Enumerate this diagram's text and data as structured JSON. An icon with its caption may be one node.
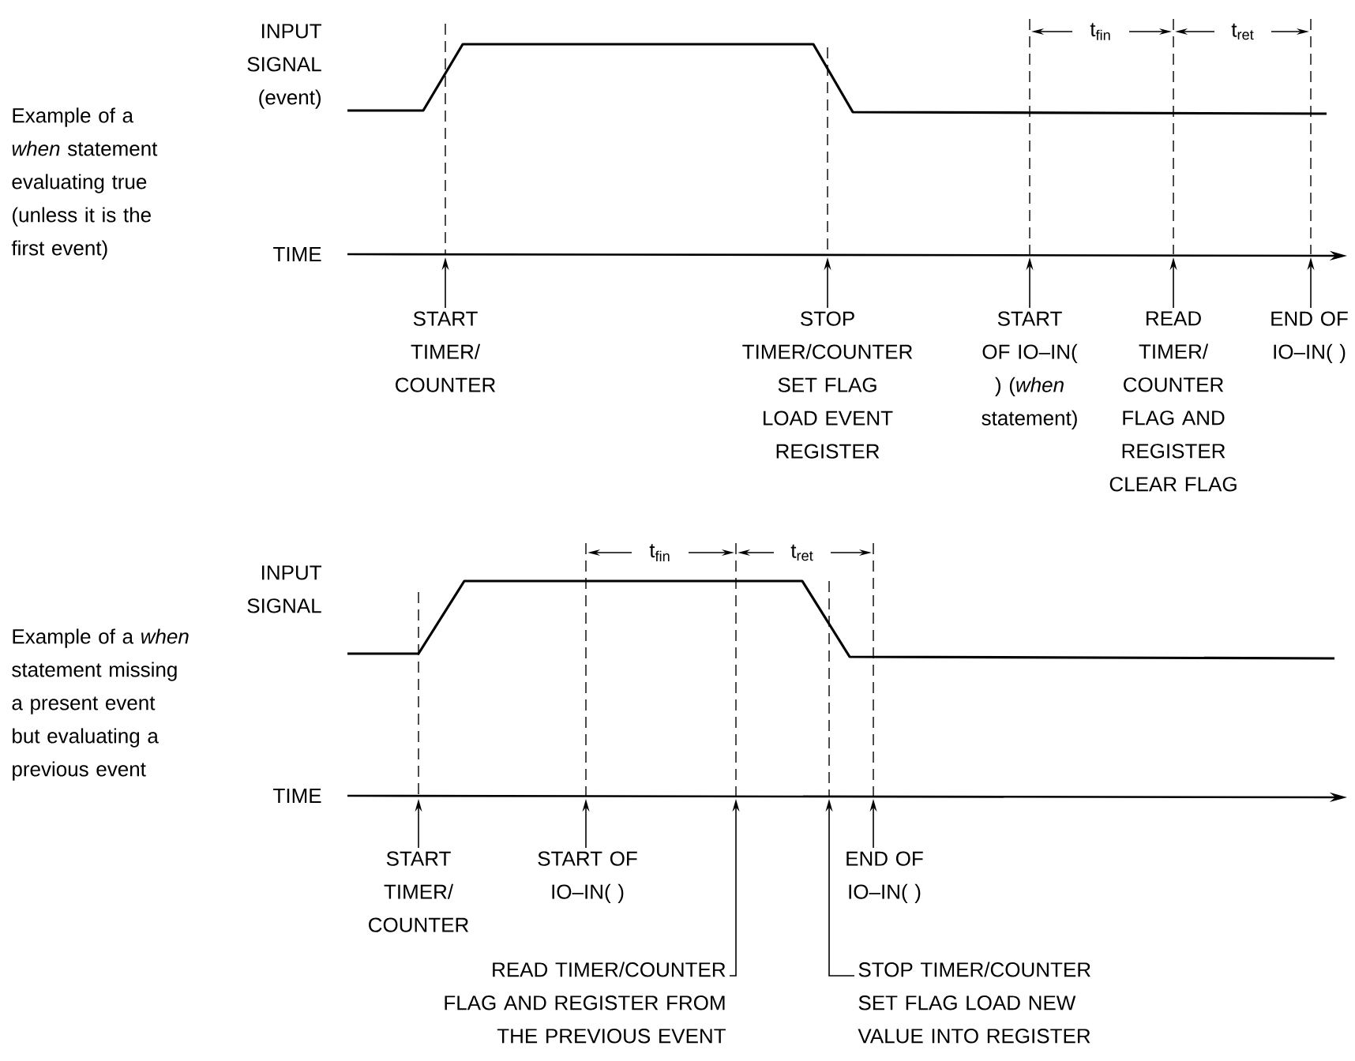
{
  "diagram": {
    "nodes": [
      {
        "text": [
          "START TIMER/ COUNTER"
        ]
      },
      {
        "text": [
          "STOP TIMER/COUNTER SET FLAG LOAD EVENT REGISTER"
        ]
      },
      {
        "text": [
          "START OF IO–IN( ) (*when* statement)"
        ]
      },
      {
        "text": [
          "READ TIMER/ COUNTER FLAG AND REGISTER CLEAR FLAG"
        ]
      },
      {
        "text": [
          "END OF IO–IN( )"
        ]
      },
      {
        "text": [
          "START TIMER/ COUNTER"
        ]
      },
      {
        "text": [
          "START OF IO–IN( )"
        ]
      },
      {
        "text": [
          "END OF IO–IN( )"
        ]
      },
      {
        "text": [
          "READ TIMER/COUNTER FLAG AND REGISTER FROM THE PREVIOUS EVENT"
        ]
      },
      {
        "text": [
          "STOP TIMER/COUNTER SET FLAG LOAD NEW VALUE INTO REGISTER"
        ]
      }
    ],
    "edges": [
      {
        "from": 0,
        "to": null,
        "arrow": "to"
      },
      {
        "from": 1,
        "to": null,
        "arrow": "to"
      },
      {
        "from": 2,
        "to": null,
        "arrow": "to"
      },
      {
        "from": 3,
        "to": null,
        "arrow": "to"
      },
      {
        "from": 4,
        "to": null,
        "arrow": "to"
      },
      {
        "from": 5,
        "to": null,
        "arrow": "to"
      },
      {
        "from": 6,
        "to": null,
        "arrow": "to"
      },
      {
        "from": 7,
        "to": null,
        "arrow": "to"
      },
      {
        "from": 8,
        "to": null,
        "arrow": "to"
      },
      {
        "from": 9,
        "to": null,
        "arrow": "to"
      }
    ],
    "labels": [
      "t$_{fin}$",
      "t$_{ret}$",
      "INPUT SIGNAL (event)",
      "Example of a *when* statement evaluating true (unless it is the first event)",
      "TIME",
      "t$_{fin}$",
      "t$_{ret}$",
      "INPUT SIGNAL",
      "Example of a *when* statement missing a present event but evaluating a previous event",
      "TIME"
    ]
  }
}
